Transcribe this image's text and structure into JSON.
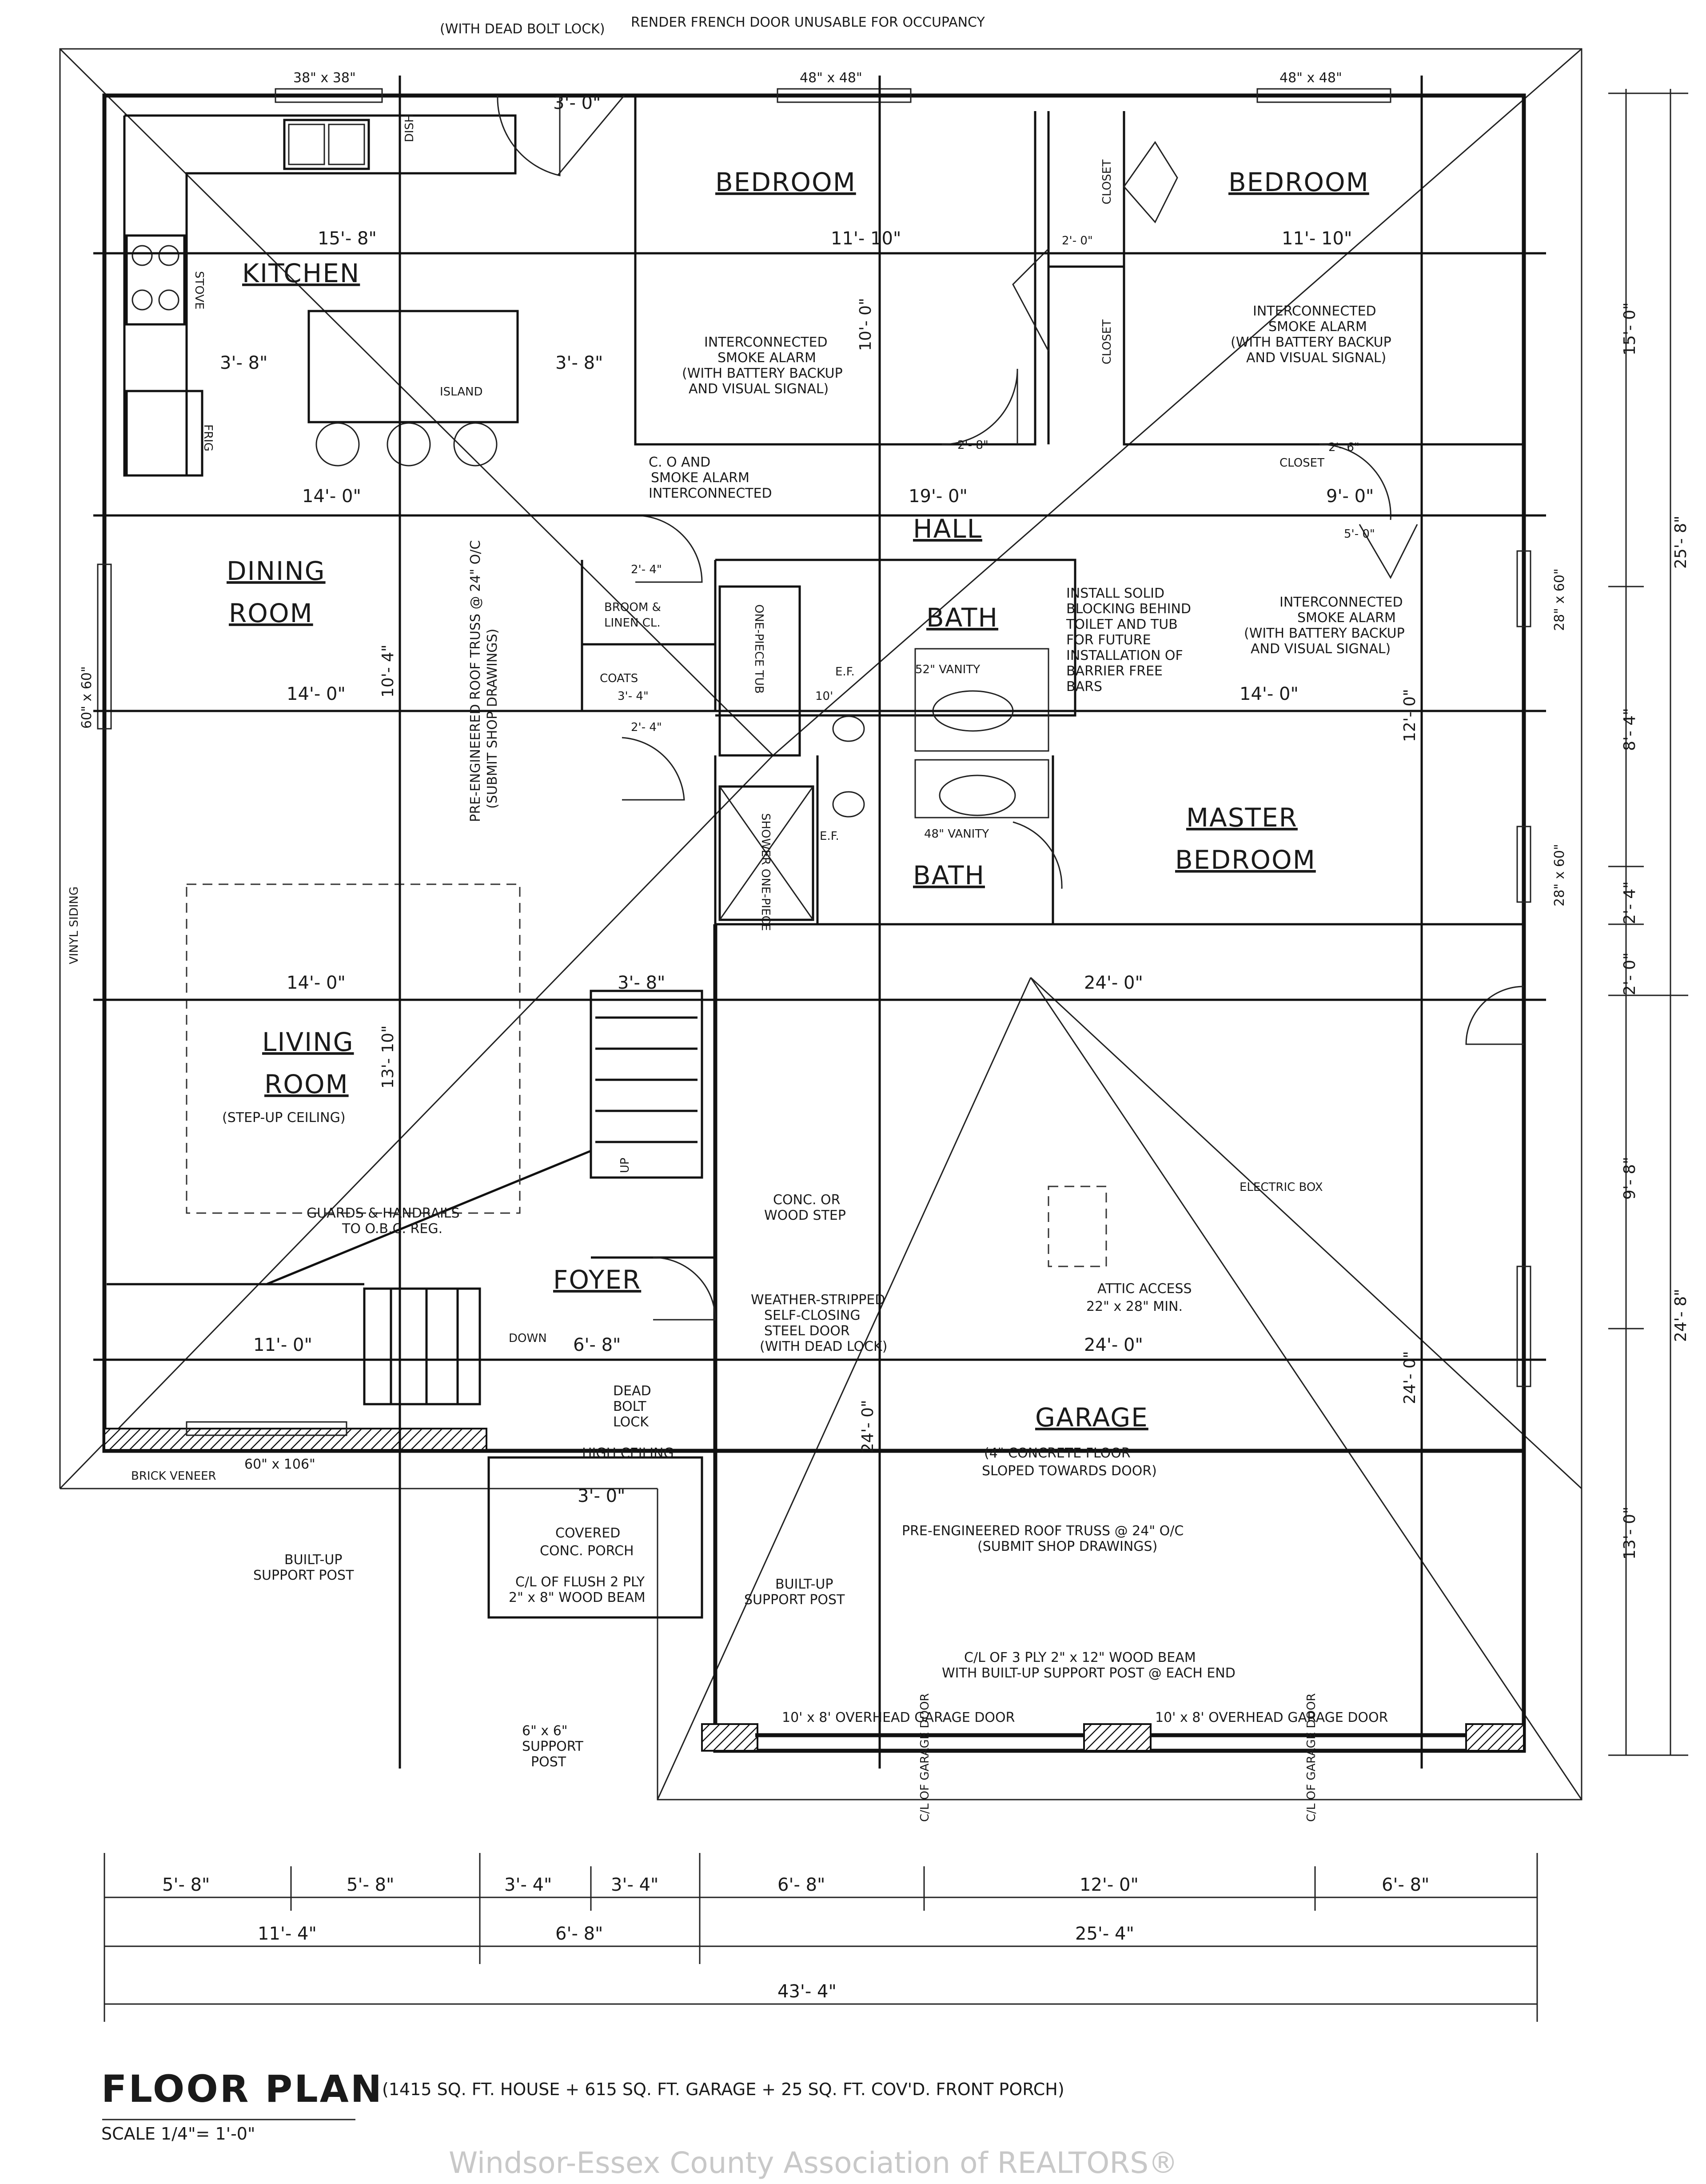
{
  "top_notes": {
    "door_note": "(WITH DEAD BOLT LOCK)",
    "french_note": "RENDER FRENCH DOOR UNUSABLE FOR OCCUPANCY"
  },
  "rooms": {
    "kitchen": "KITCHEN",
    "bedroom_1": "BEDROOM",
    "bedroom_2": "BEDROOM",
    "dining_1": "DINING",
    "dining_2": "ROOM",
    "hall": "HALL",
    "bath_1": "BATH",
    "bath_2": "BATH",
    "master_1": "MASTER",
    "master_2": "BEDROOM",
    "living_1": "LIVING",
    "living_2": "ROOM",
    "living_sub": "(STEP-UP CEILING)",
    "foyer": "FOYER",
    "garage": "GARAGE",
    "garage_sub_1": "(4\" CONCRETE FLOOR",
    "garage_sub_2": "SLOPED TOWARDS DOOR)",
    "porch_1": "COVERED",
    "porch_2": "CONC. PORCH"
  },
  "fixtures": {
    "stove": "STOVE",
    "frig": "FRIG",
    "island": "ISLAND",
    "dish": "DISH",
    "closet_1": "CLOSET",
    "closet_2": "CLOSET",
    "closet_3": "CLOSET",
    "broom": "BROOM &",
    "linen": "LINEN CL.",
    "coats": "COATS",
    "tub": "ONE-PIECE TUB",
    "shower": "SHOWER ONE-PIECE",
    "vanity_1": "52\" VANITY",
    "vanity_2": "48\" VANITY",
    "ef_1": "E.F.",
    "ef_2": "E.F.",
    "down": "DOWN",
    "up": "UP",
    "electric": "ELECTRIC BOX",
    "vinyl": "VINYL SIDING",
    "brick": "BRICK VENEER"
  },
  "notes": {
    "smoke_a": [
      "INTERCONNECTED",
      "SMOKE ALARM",
      "(WITH BATTERY BACKUP",
      "AND VISUAL SIGNAL)"
    ],
    "smoke_b": [
      "INTERCONNECTED",
      "SMOKE ALARM",
      "(WITH BATTERY BACKUP",
      "AND VISUAL SIGNAL)"
    ],
    "smoke_c": [
      "INTERCONNECTED",
      "SMOKE ALARM",
      "(WITH BATTERY BACKUP",
      "AND VISUAL SIGNAL)"
    ],
    "co": [
      "C. O AND",
      "SMOKE ALARM",
      "INTERCONNECTED"
    ],
    "blocking": [
      "INSTALL SOLID",
      "BLOCKING BEHIND",
      "TOILET AND TUB",
      "FOR FUTURE",
      "INSTALLATION OF",
      "BARRIER FREE",
      "BARS"
    ],
    "truss_house": [
      "PRE-ENGINEERED ROOF TRUSS @ 24\" O/C",
      "(SUBMIT SHOP DRAWINGS)"
    ],
    "truss_garage": [
      "PRE-ENGINEERED ROOF TRUSS @ 24\" O/C",
      "(SUBMIT SHOP DRAWINGS)"
    ],
    "guards": [
      "GUARDS & HANDRAILS",
      "TO O.B.C. REG."
    ],
    "step": [
      "CONC. OR",
      "WOOD STEP"
    ],
    "steel_door": [
      "WEATHER-STRIPPED",
      "SELF-CLOSING",
      "STEEL DOOR",
      "(WITH DEAD LOCK)"
    ],
    "attic": [
      "ATTIC ACCESS",
      "22\" x 28\" MIN."
    ],
    "deadbolt": [
      "DEAD",
      "BOLT",
      "LOCK"
    ],
    "high_ceiling": "HIGH CEILING",
    "built_up_1": [
      "BUILT-UP",
      "SUPPORT POST"
    ],
    "built_up_2": [
      "BUILT-UP",
      "SUPPORT POST"
    ],
    "flush": [
      "C/L OF FLUSH 2 PLY",
      "2\" x 8\" WOOD BEAM"
    ],
    "post": [
      "6\" x 6\"",
      "SUPPORT",
      "POST"
    ],
    "beam": [
      "C/L OF 3 PLY 2\" x 12\" WOOD BEAM",
      "WITH BUILT-UP SUPPORT POST @ EACH END"
    ],
    "ohd_1": "10' x 8' OVERHEAD GARAGE DOOR",
    "ohd_2": "10' x 8' OVERHEAD GARAGE DOOR",
    "cl_garage_1": "C/L OF GARAGE DOOR",
    "cl_garage_2": "C/L OF GARAGE DOOR"
  },
  "windows": {
    "w1": "38\" x 38\"",
    "w2": "48\" x 48\"",
    "w3": "48\" x 48\"",
    "w4": "28\" x 60\"",
    "w5": "28\" x 60\"",
    "w6": "60\" x 60\"",
    "w7": "60\" x 106\""
  },
  "dims_interior": {
    "k_w": "15'- 8\"",
    "br1_w": "11'- 10\"",
    "br2_w": "11'- 10\"",
    "br_depth": "10'- 0\"",
    "k_38a": "3'- 8\"",
    "k_38b": "3'- 8\"",
    "din_w": "14'- 0\"",
    "hall_w": "19'- 0\"",
    "cl_w": "9'- 0\"",
    "din_d": "10'- 4\"",
    "ws": "14'- 0\"",
    "mb_w": "14'- 0\"",
    "mb_d": "12'- 0\"",
    "liv_w": "14'- 0\"",
    "liv_d": "13'- 10\"",
    "g_w": "24'- 0\"",
    "g_w2": "24'- 0\"",
    "g_d": "24'- 0\"",
    "g_d2": "24'- 0\"",
    "foy_w": "6'- 8\"",
    "foy_l": "11'- 0\"",
    "stair": "3'- 8\"",
    "porch": "3'- 0\"",
    "door": "3'- 0\"",
    "coats_w": "3'- 4\"",
    "c24a": "2'- 4\"",
    "c24b": "2'- 4\"",
    "bath10": "10'",
    "cl26": "2'- 6\"",
    "cl50": "5'- 0\"",
    "cl28": "2'- 8\"",
    "cl20": "2'- 0\""
  },
  "dims_right": [
    "15'- 0\"",
    "25'- 8\"",
    "8'- 4\"",
    "2'- 4\"",
    "2'- 0\"",
    "9'- 8\"",
    "24'- 8\"",
    "13'- 0\""
  ],
  "dims_bottom": {
    "row1": [
      "5'- 8\"",
      "5'- 8\"",
      "3'- 4\"",
      "3'- 4\"",
      "6'- 8\"",
      "12'- 0\"",
      "6'- 8\""
    ],
    "row2": [
      "11'- 4\"",
      "6'- 8\"",
      "25'- 4\""
    ],
    "row3": "43'- 4\""
  },
  "title": {
    "main": "FLOOR PLAN",
    "areas": "(1415 SQ. FT. HOUSE + 615 SQ. FT. GARAGE + 25 SQ. FT. COV'D. FRONT PORCH)",
    "scale": "SCALE  1/4\"= 1'-0\""
  },
  "watermark": "Windsor-Essex County Association of REALTORS®"
}
